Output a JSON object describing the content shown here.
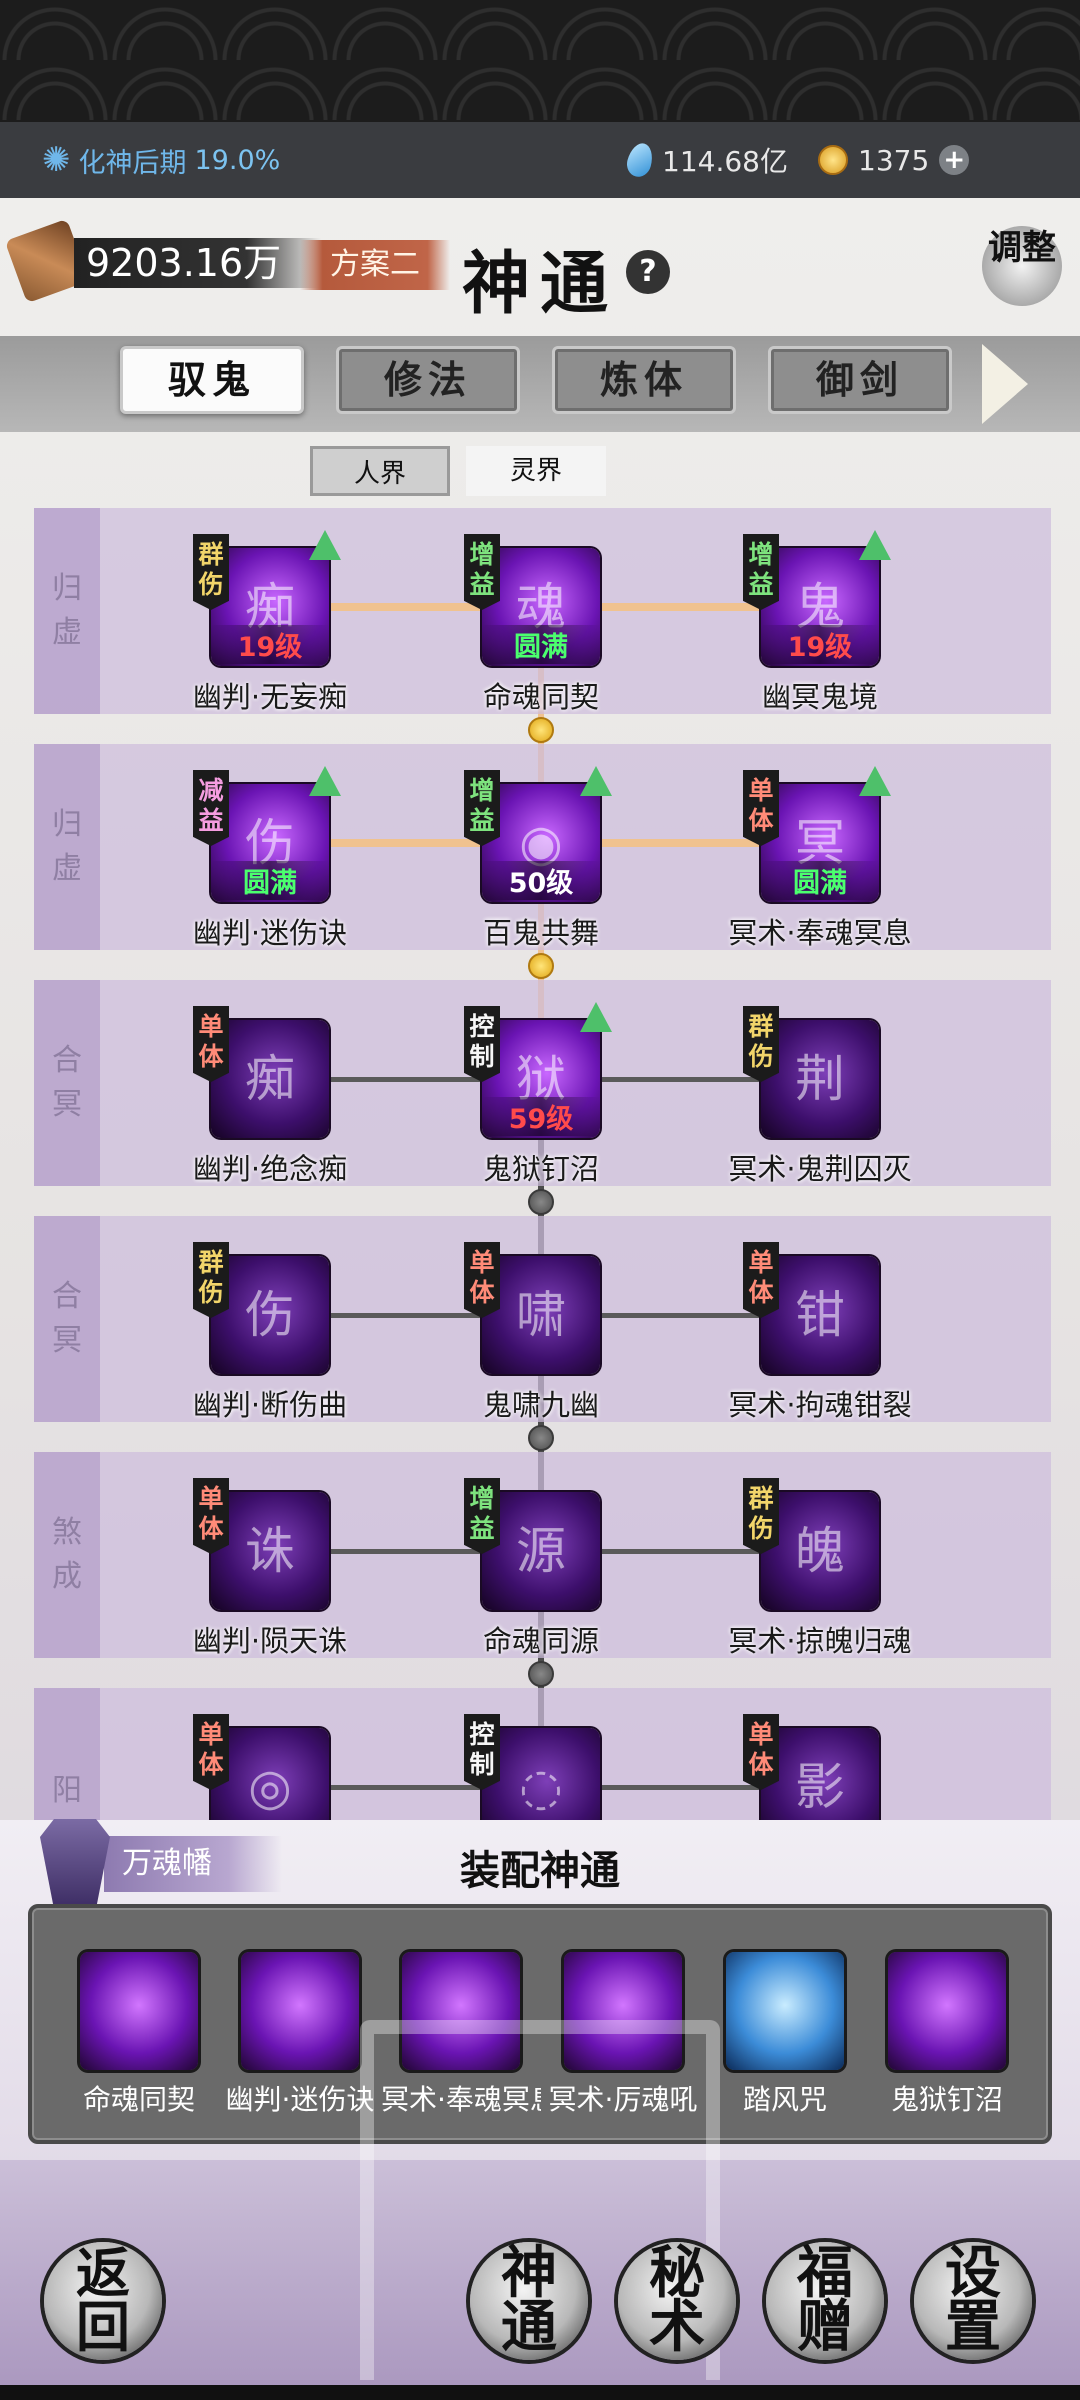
{
  "status": {
    "realm_label": "化神后期",
    "realm_progress": "19.0%",
    "spirit_stones": "114.68亿",
    "gold": "1375"
  },
  "header": {
    "power": "9203.16万",
    "plan": "方案二",
    "title": "神通",
    "help": "?",
    "adjust_label": "调整"
  },
  "tabs": [
    "驭鬼",
    "修法",
    "炼体",
    "御剑"
  ],
  "subtabs": [
    "人界",
    "灵界"
  ],
  "tiers": [
    "归虚",
    "归虚",
    "合冥",
    "合冥",
    "煞成",
    "阳"
  ],
  "skills": [
    {
      "name": "幽判·无妄痴",
      "tag": "群伤",
      "level": "19级",
      "glyph": "痴"
    },
    {
      "name": "命魂同契",
      "tag": "增益",
      "level": "圆满",
      "glyph": "魂"
    },
    {
      "name": "幽冥鬼境",
      "tag": "增益",
      "level": "19级",
      "glyph": "鬼"
    },
    {
      "name": "幽判·迷伤诀",
      "tag": "减益",
      "level": "圆满",
      "glyph": "伤"
    },
    {
      "name": "百鬼共舞",
      "tag": "增益",
      "level": "50级",
      "glyph": "◉"
    },
    {
      "name": "冥术·奉魂冥息",
      "tag": "单体",
      "level": "圆满",
      "glyph": "冥"
    },
    {
      "name": "幽判·绝念痴",
      "tag": "单体",
      "level": "",
      "glyph": "痴"
    },
    {
      "name": "鬼狱钉沼",
      "tag": "控制",
      "level": "59级",
      "glyph": "狱"
    },
    {
      "name": "冥术·鬼荆囚灭",
      "tag": "群伤",
      "level": "",
      "glyph": "荆"
    },
    {
      "name": "幽判·断伤曲",
      "tag": "群伤",
      "level": "",
      "glyph": "伤"
    },
    {
      "name": "鬼啸九幽",
      "tag": "单体",
      "level": "",
      "glyph": "啸"
    },
    {
      "name": "冥术·拘魂钳裂",
      "tag": "单体",
      "level": "",
      "glyph": "钳"
    },
    {
      "name": "幽判·陨天诛",
      "tag": "单体",
      "level": "",
      "glyph": "诛"
    },
    {
      "name": "命魂同源",
      "tag": "增益",
      "level": "",
      "glyph": "源"
    },
    {
      "name": "冥术·掠魄归魂",
      "tag": "群伤",
      "level": "",
      "glyph": "魄"
    },
    {
      "name": "",
      "tag": "单体",
      "level": "",
      "glyph": "◎"
    },
    {
      "name": "",
      "tag": "控制",
      "level": "",
      "glyph": "◌"
    },
    {
      "name": "",
      "tag": "单体",
      "level": "",
      "glyph": "影"
    }
  ],
  "banner": {
    "name": "万魂幡"
  },
  "equip": {
    "title": "装配神通",
    "slots": [
      {
        "name": "命魂同契",
        "color": "purple"
      },
      {
        "name": "幽判·迷伤诀",
        "color": "purple"
      },
      {
        "name": "冥术·奉魂冥息",
        "color": "purple"
      },
      {
        "name": "冥术·厉魂吼",
        "color": "purple"
      },
      {
        "name": "踏风咒",
        "color": "blue"
      },
      {
        "name": "鬼狱钉沼",
        "color": "purple"
      }
    ]
  },
  "bottom": {
    "back": "返回",
    "buttons": [
      "神通",
      "秘术",
      "福赠",
      "设置"
    ]
  }
}
